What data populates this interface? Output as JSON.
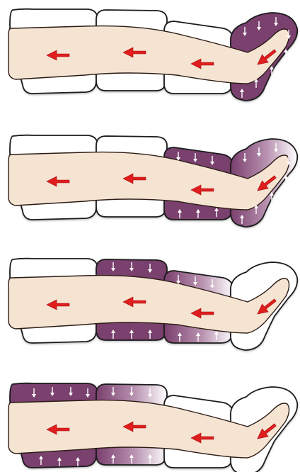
{
  "colors": {
    "background": "#ffffff",
    "cuff_outline": "#1a1a1a",
    "cuff_idle": "#ffffff",
    "cuff_active": "#7a3f6e",
    "cuff_fading": "#b993b1",
    "leg_skin": "#f6e4d3",
    "leg_outline": "#2a1c14",
    "flow_arrow": "#e01e1e",
    "pressure_arrow": "#ffffff"
  },
  "icons": {
    "flow_arrow": "flow-arrow-icon",
    "pressure_arrow": "pressure-arrow-icon"
  },
  "stages": [
    {
      "step": 1,
      "inflated_chambers": [
        "foot"
      ],
      "fading_chambers": []
    },
    {
      "step": 2,
      "inflated_chambers": [
        "calf"
      ],
      "fading_chambers": [
        "foot"
      ]
    },
    {
      "step": 3,
      "inflated_chambers": [
        "knee"
      ],
      "fading_chambers": [
        "calf"
      ]
    },
    {
      "step": 4,
      "inflated_chambers": [
        "thigh"
      ],
      "fading_chambers": [
        "knee"
      ]
    }
  ],
  "chambers": [
    "thigh",
    "knee",
    "calf",
    "foot"
  ]
}
